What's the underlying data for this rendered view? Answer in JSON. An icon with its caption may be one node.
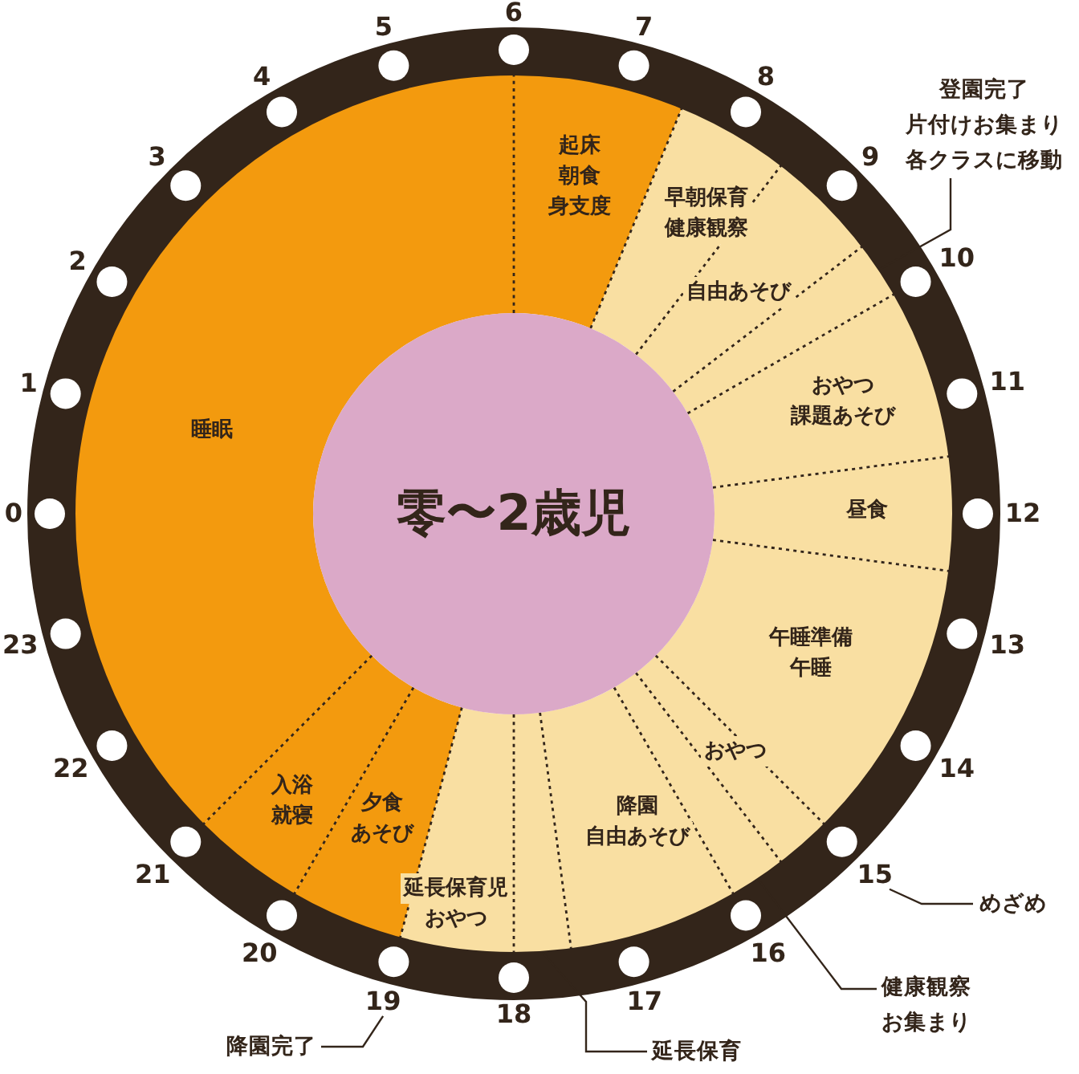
{
  "diagram": {
    "nodes": [
      {
        "text": [
          "零〜2歳児"
        ]
      },
      {
        "text": [
          "睡眠"
        ]
      },
      {
        "text": [
          "起床",
          "朝食",
          "身支度"
        ]
      },
      {
        "text": [
          "早朝保育",
          "健康観察"
        ]
      },
      {
        "text": [
          "自由あそび"
        ]
      },
      {
        "text": [],
        "shape": "wedge"
      },
      {
        "text": [
          "おやつ",
          "課題あそび"
        ]
      },
      {
        "text": [
          "昼食"
        ]
      },
      {
        "text": [
          "午睡準備",
          "午睡"
        ]
      },
      {
        "text": [
          "おやつ"
        ]
      },
      {
        "text": [],
        "shape": "wedge"
      },
      {
        "text": [
          "降園",
          "自由あそび"
        ]
      },
      {
        "text": [],
        "shape": "wedge"
      },
      {
        "text": [
          "延長保育児",
          "おやつ"
        ]
      },
      {
        "text": [
          "夕食",
          "あそび"
        ]
      },
      {
        "text": [
          "入浴",
          "就寝"
        ]
      },
      {
        "text": [
          "登園完了",
          "片付けお集まり",
          "各クラスに移動"
        ]
      },
      {
        "text": [
          "めざめ"
        ]
      },
      {
        "text": [
          "健康観察",
          "お集まり"
        ]
      },
      {
        "text": [
          "延長保育"
        ]
      },
      {
        "text": [
          "降園完了"
        ]
      },
      {
        "text": [
          "15"
        ]
      },
      {
        "text": [
          "19"
        ]
      }
    ],
    "edges": [
      {
        "from": 16,
        "to": 5,
        "arrow": "none"
      },
      {
        "from": 17,
        "to": 21,
        "arrow": "none"
      },
      {
        "from": 18,
        "to": 10,
        "arrow": "none"
      },
      {
        "from": 19,
        "to": 12,
        "arrow": "none"
      },
      {
        "from": 20,
        "to": 22,
        "arrow": "none"
      }
    ],
    "labels": [
      "0",
      "1",
      "2",
      "3",
      "4",
      "5",
      "6",
      "7",
      "8",
      "9",
      "10",
      "11",
      "12",
      "13",
      "14",
      "16",
      "17",
      "18",
      "20",
      "21",
      "22",
      "23"
    ]
  }
}
